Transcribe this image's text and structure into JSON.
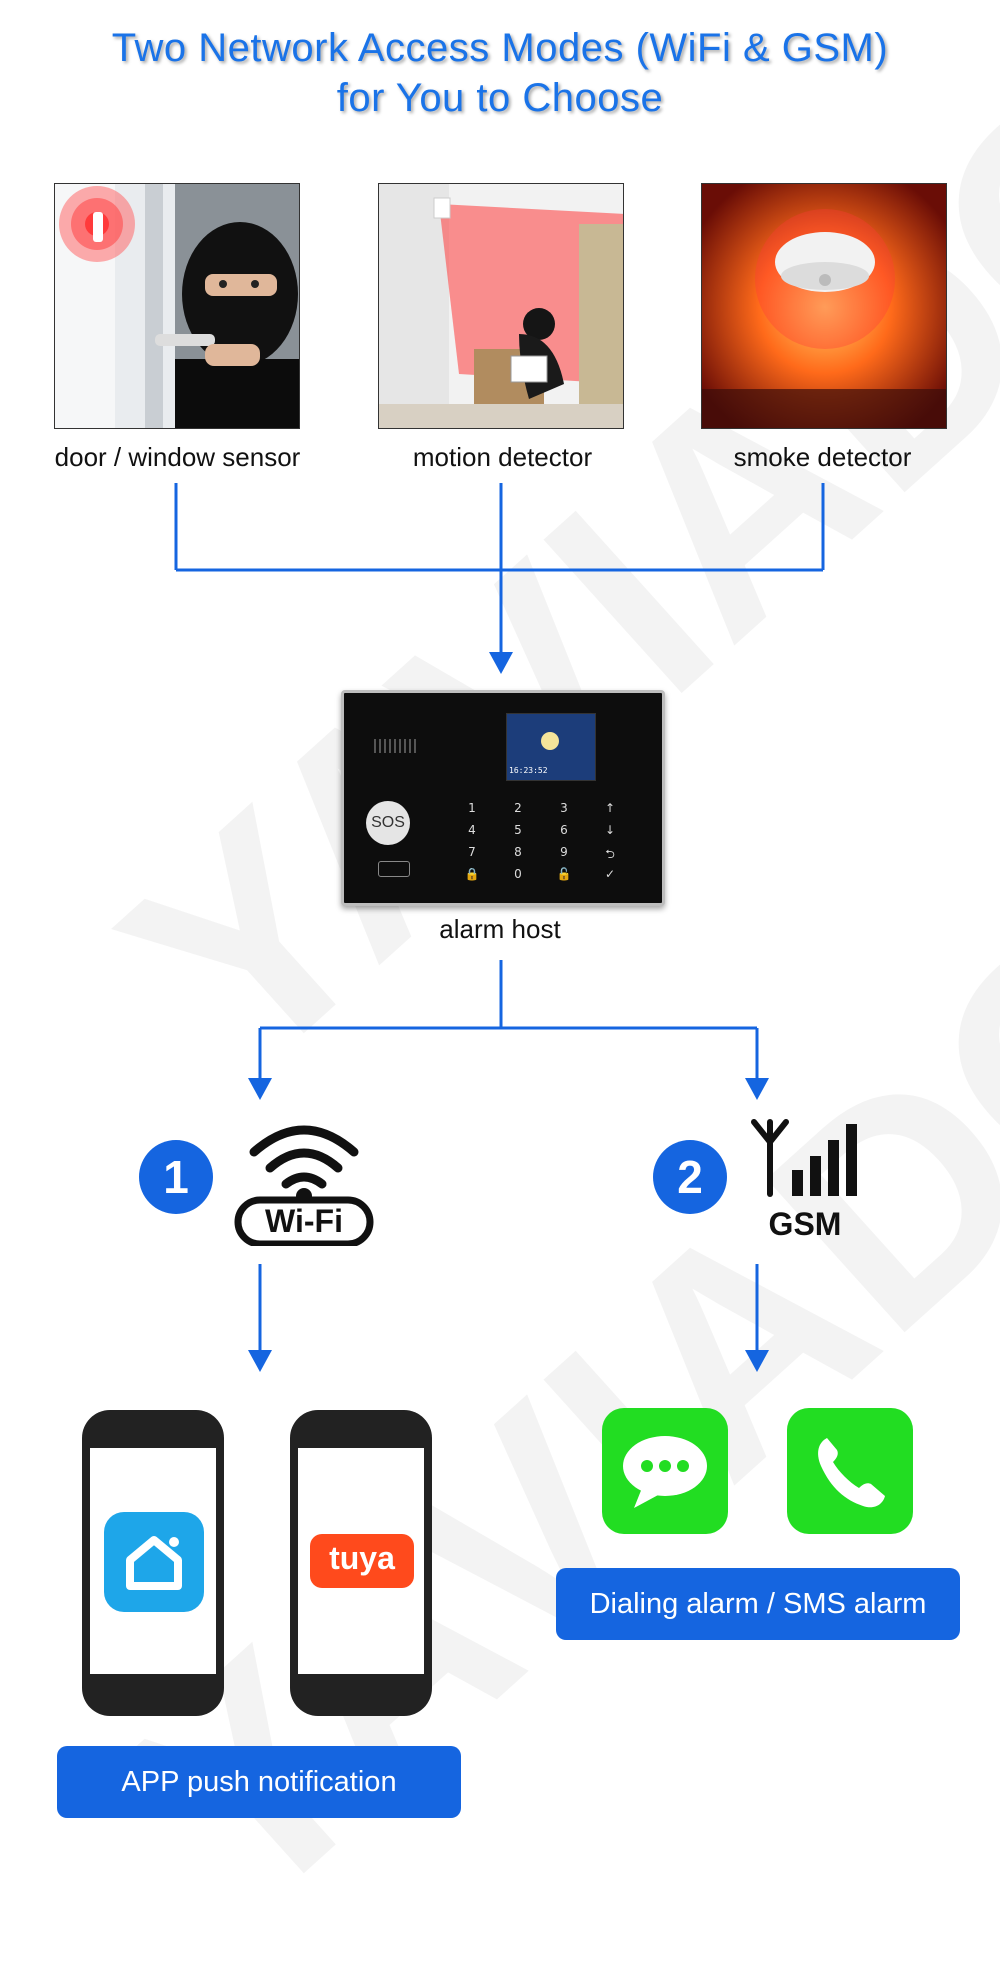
{
  "title": {
    "line1": "Two Network Access Modes (WiFi & GSM)",
    "line2": "for You to Choose"
  },
  "watermark": "YAVIADO",
  "sensors": [
    {
      "label": "door / window sensor",
      "icon": "door-window-sensor-photo"
    },
    {
      "label": "motion detector",
      "icon": "motion-detector-photo"
    },
    {
      "label": "smoke detector",
      "icon": "smoke-detector-photo"
    }
  ],
  "host": {
    "label": "alarm host",
    "sos": "SOS",
    "time": "16:23:52",
    "keys": [
      "1",
      "2",
      "3",
      "↑",
      "4",
      "5",
      "6",
      "↓",
      "7",
      "8",
      "9",
      "⮌",
      "🔒",
      "0",
      "🔓",
      "✓"
    ]
  },
  "modes": [
    {
      "number": "1",
      "name": "Wi-Fi",
      "icon": "wifi-icon"
    },
    {
      "number": "2",
      "name": "GSM",
      "icon": "signal-bars-icon"
    }
  ],
  "apps": [
    {
      "name": "smart-home-app-icon"
    },
    {
      "name": "tuya",
      "label": "tuya"
    }
  ],
  "outputs": {
    "app_push": "APP push notification",
    "dial_sms": "Dialing alarm / SMS alarm"
  },
  "colors": {
    "accent": "#1565e0",
    "title": "#1a73e8",
    "message_green": "#22dd22",
    "tuya_orange": "#ff4a1c",
    "smart_home_blue": "#1ea6e9"
  }
}
